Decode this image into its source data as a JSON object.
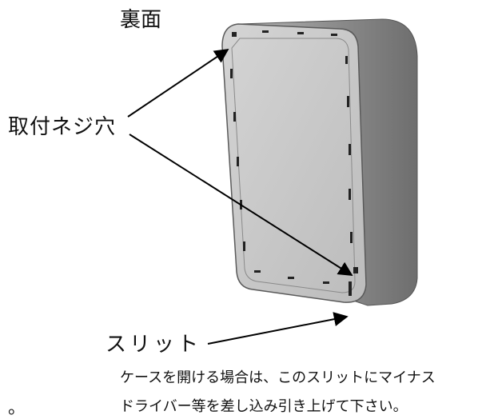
{
  "title": "裏面",
  "labels": {
    "screw_holes": "取付ネジ穴",
    "slit": "スリット"
  },
  "note": {
    "line1": "ケースを開ける場合は、このスリットにマイナス",
    "line2": "ドライバー等を差し込み引き上げて下さい。"
  },
  "stray_mark": "。",
  "colors": {
    "case_face": "#c8c8c8",
    "case_side": "#9a9a9a",
    "holes": "#222222",
    "arrows": "#000000"
  }
}
